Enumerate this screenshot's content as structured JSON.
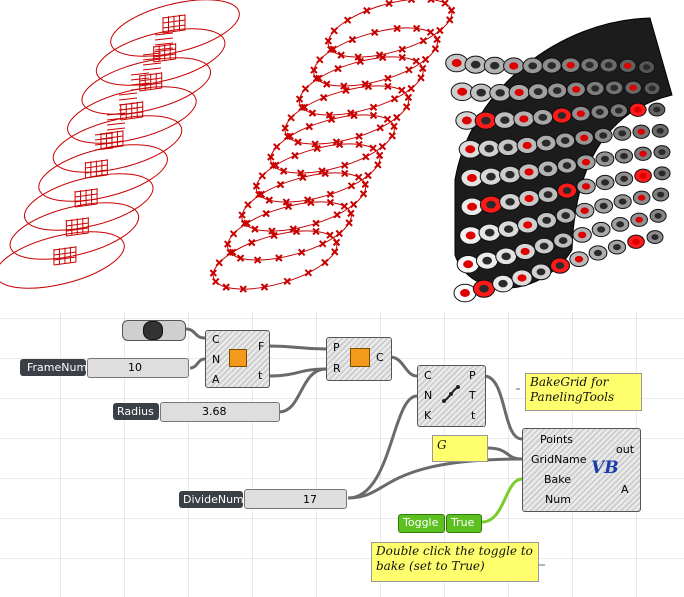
{
  "colors": {
    "curve": "#c80000",
    "wire": "#6a6a6a",
    "note": "#ffff6e",
    "toggle": "#5cc020"
  },
  "diagram": {
    "frame_slider": {
      "label": "FrameNum",
      "value": "10"
    },
    "radius_slider": {
      "label": "Radius",
      "value": "3.68"
    },
    "divide_slider": {
      "label": "DivideNum",
      "value": "17"
    },
    "frames_component": {
      "inputs": [
        "C",
        "N",
        "A"
      ],
      "outputs": [
        "F",
        "t"
      ]
    },
    "circle_component": {
      "inputs": [
        "P",
        "R"
      ],
      "outputs": [
        "C"
      ]
    },
    "divide_component": {
      "inputs": [
        "C",
        "N",
        "K"
      ],
      "outputs": [
        "P",
        "T",
        "t"
      ]
    },
    "vb_component": {
      "inputs": [
        "Points",
        "GridName",
        "Bake",
        "Num"
      ],
      "outputs": [
        "out",
        "A"
      ],
      "badge": "VB"
    },
    "note_bakegrid": "BakeGrid for PanelingTools",
    "note_g": "G",
    "note_toggle": "Double click the toggle to bake (set to True)",
    "toggle": {
      "label": "Toggle",
      "value": "True"
    }
  }
}
